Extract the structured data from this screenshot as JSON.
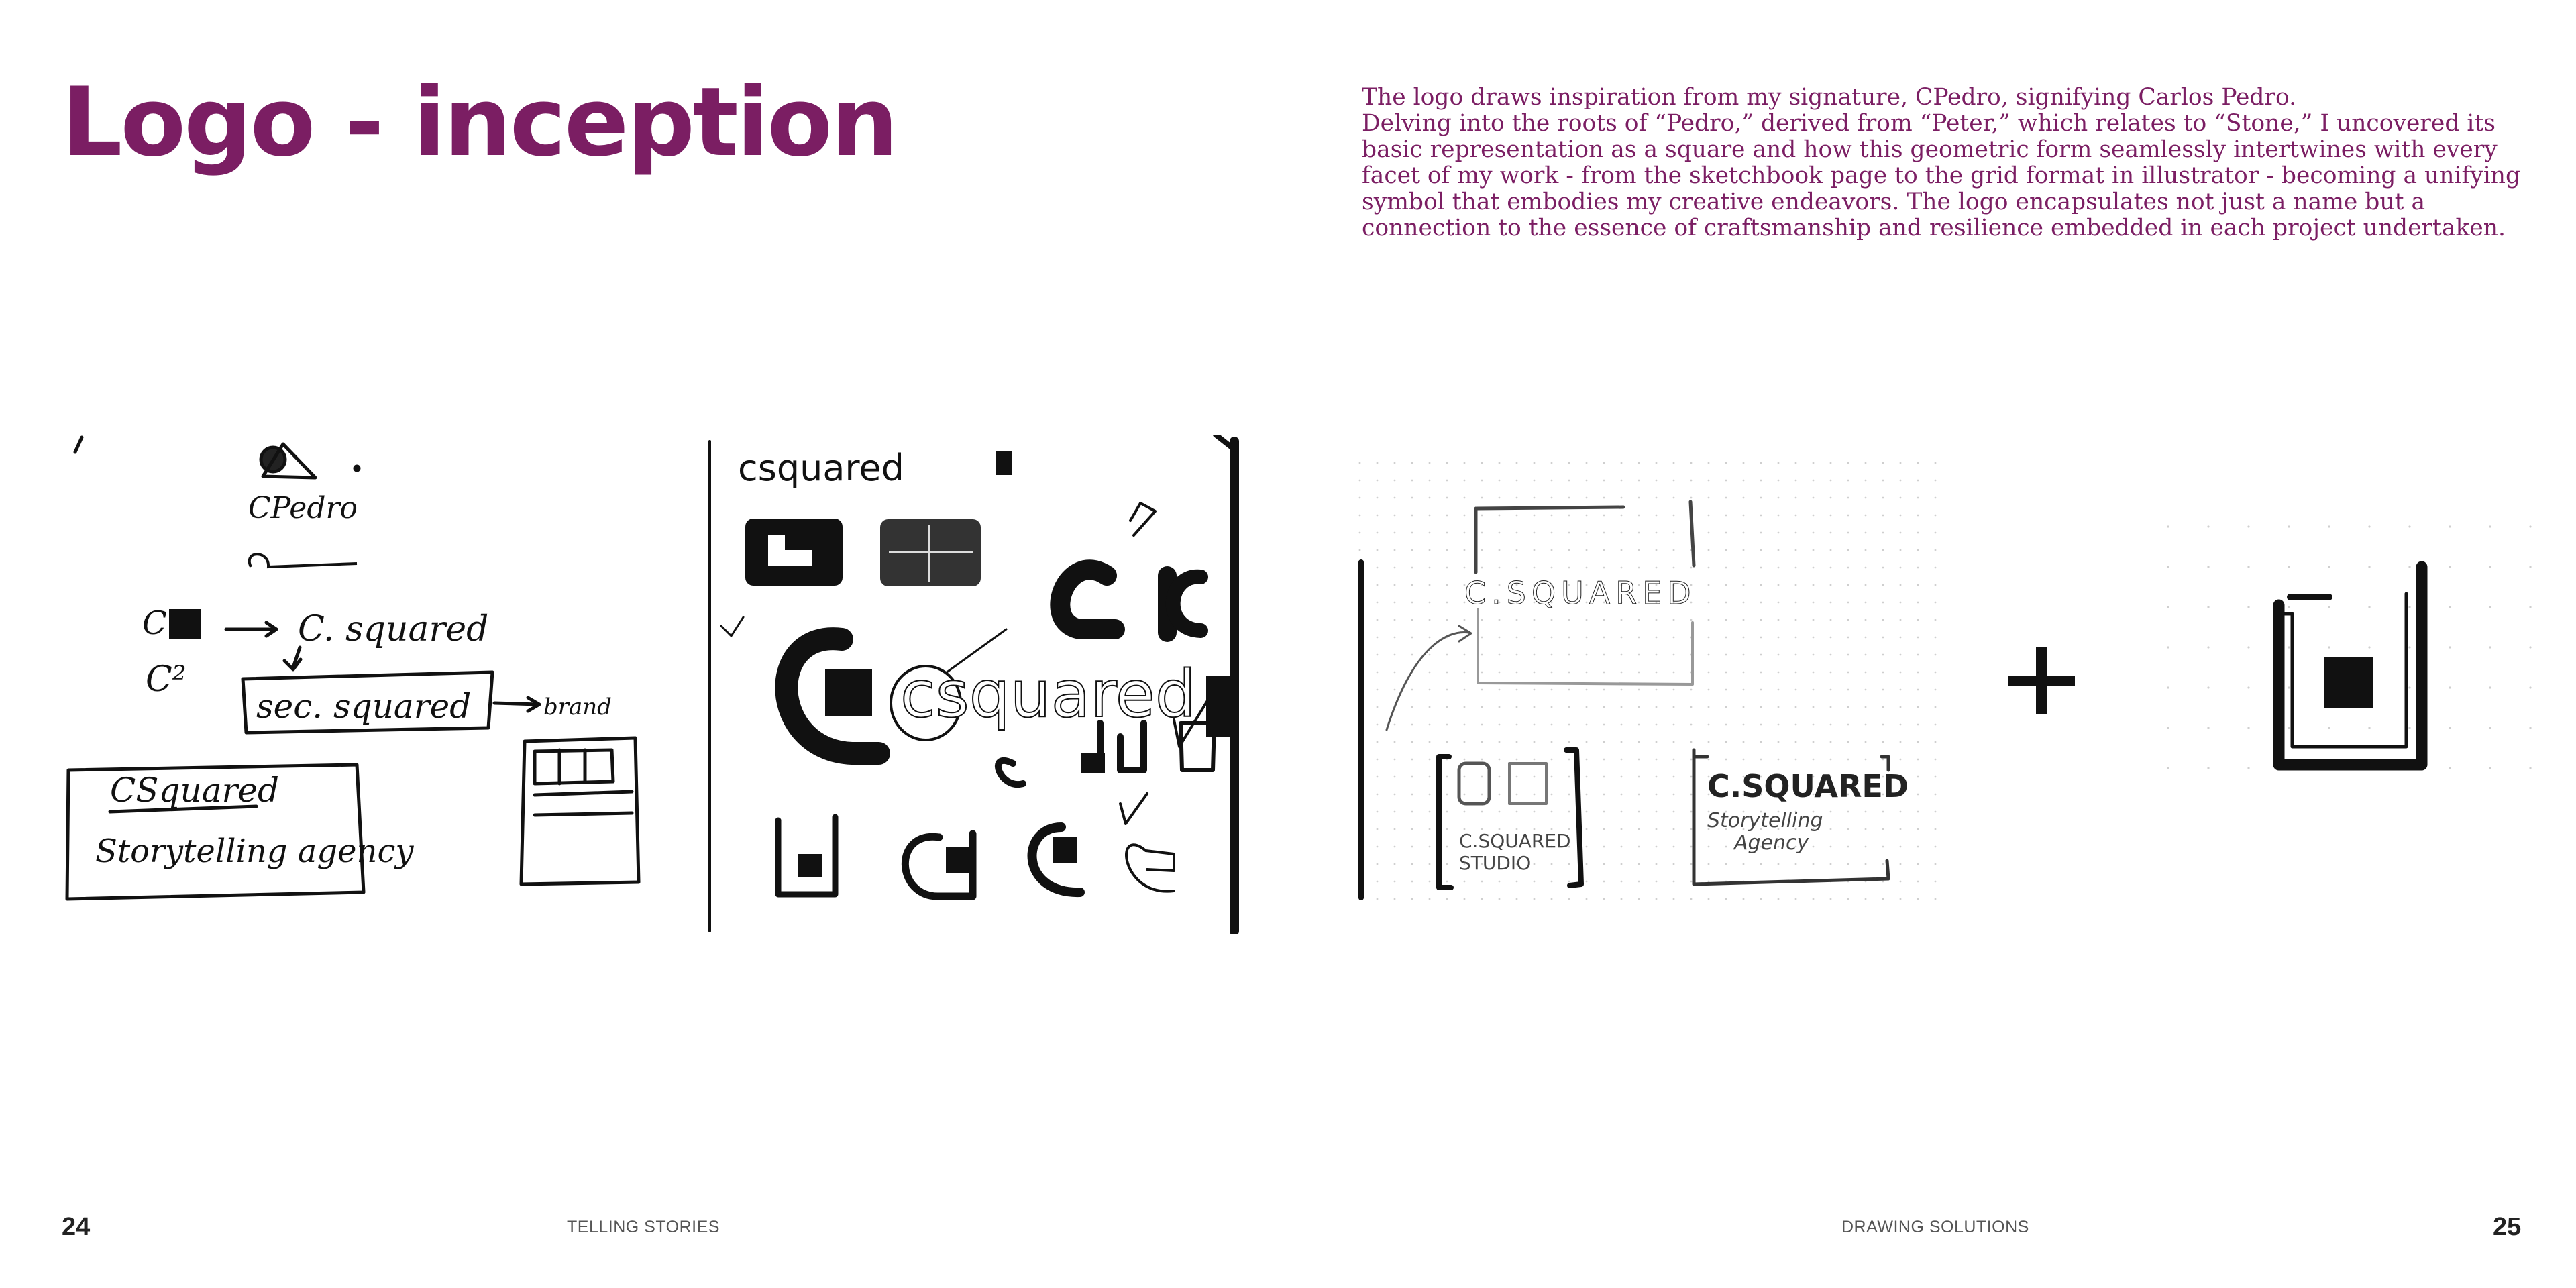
{
  "left_page": {
    "title": "Logo - inception",
    "page_number": "24",
    "footer_label": "TELLING STORIES"
  },
  "right_page": {
    "description": [
      "The logo draws inspiration from my signature, CPedro, signifying Carlos Pedro.",
      "Delving into the roots of “Pedro,” derived from “Peter,” which relates to “Stone,” I uncovered its basic representation as a square and how this geometric form seamlessly intertwines with every facet of my work - from the sketchbook page to the grid format in illustrator - becoming a unifying symbol that embodies my creative endeavors. The logo encapsulates not just a name but a connection to the essence of craftsmanship and resilience embedded in each project undertaken."
    ],
    "page_number": "25",
    "footer_label": "DRAWING SOLUTIONS"
  },
  "sketches": {
    "sketch1": {
      "words": [
        "CPedro",
        "C²",
        "C. squared",
        "sec. squared",
        "brand",
        "CSquared",
        "Storytelling agency"
      ]
    },
    "sketch2": {
      "words": [
        "csquared",
        "csquared"
      ]
    },
    "sketch3": {
      "words": [
        "C.SQUARED",
        "C.SQUARED",
        "C.SQUARED",
        "STUDIO",
        "Storytelling",
        "Agency"
      ]
    },
    "operator": "+"
  },
  "colors": {
    "accent": "#7b1e63",
    "ink": "#111111",
    "footer_text": "#555555"
  },
  "icons": {
    "plus": "plus-icon",
    "final_mark": "csquared-logo-mark"
  }
}
